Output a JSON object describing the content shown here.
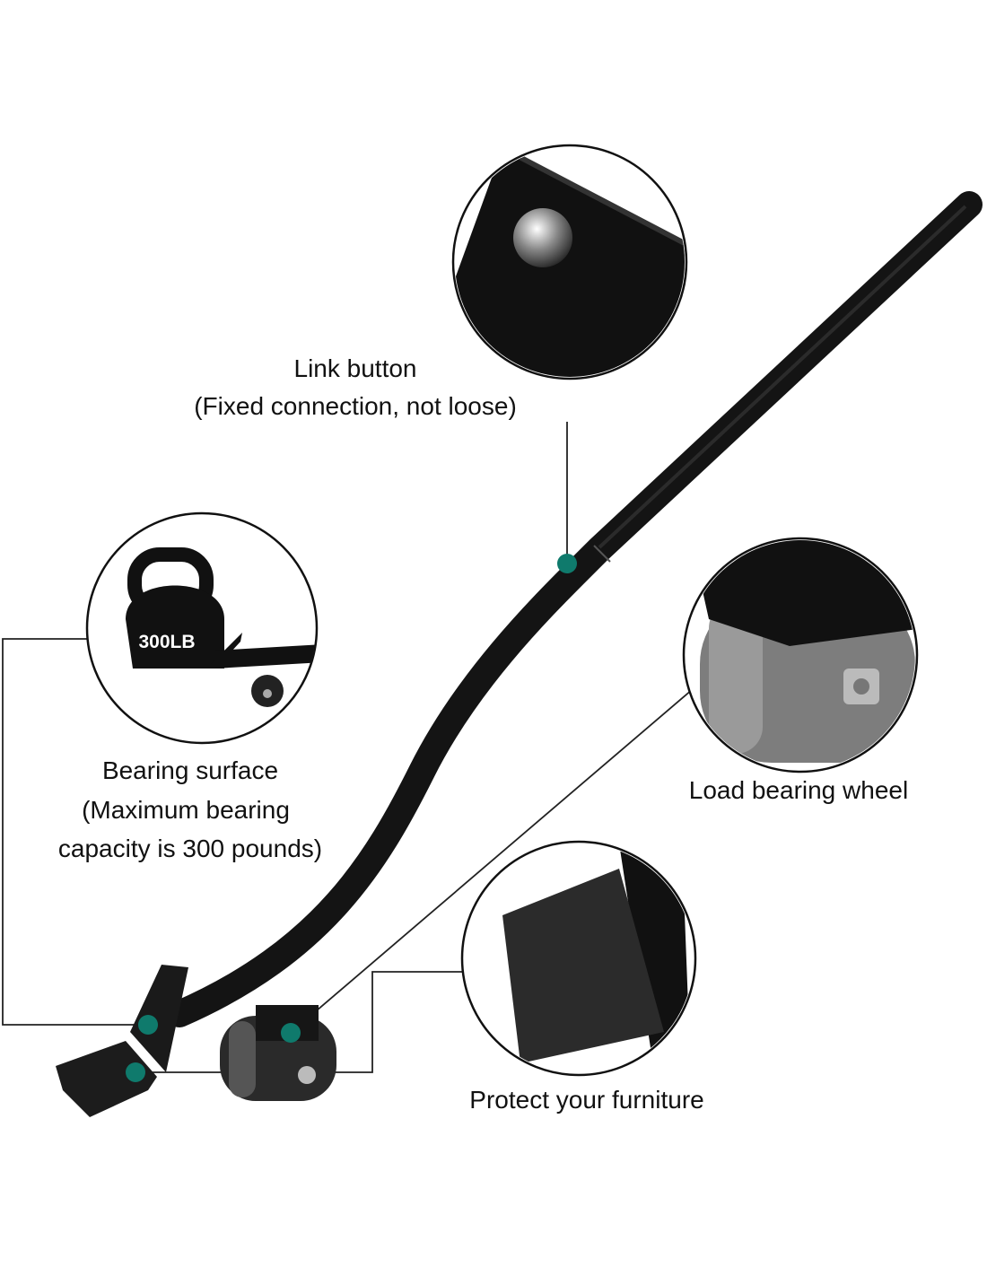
{
  "callouts": {
    "link_button": {
      "title": "Link button",
      "detail": "(Fixed connection, not loose)"
    },
    "bearing_surface": {
      "title": "Bearing surface",
      "detail_line1": "(Maximum bearing",
      "detail_line2": "capacity is 300 pounds)",
      "badge": "300LB"
    },
    "load_wheel": {
      "title": "Load bearing wheel"
    },
    "protect": {
      "title": "Protect your furniture"
    }
  },
  "colors": {
    "marker": "#0f7a6c",
    "product": "#111111",
    "wheel": "#7d7d7d"
  }
}
